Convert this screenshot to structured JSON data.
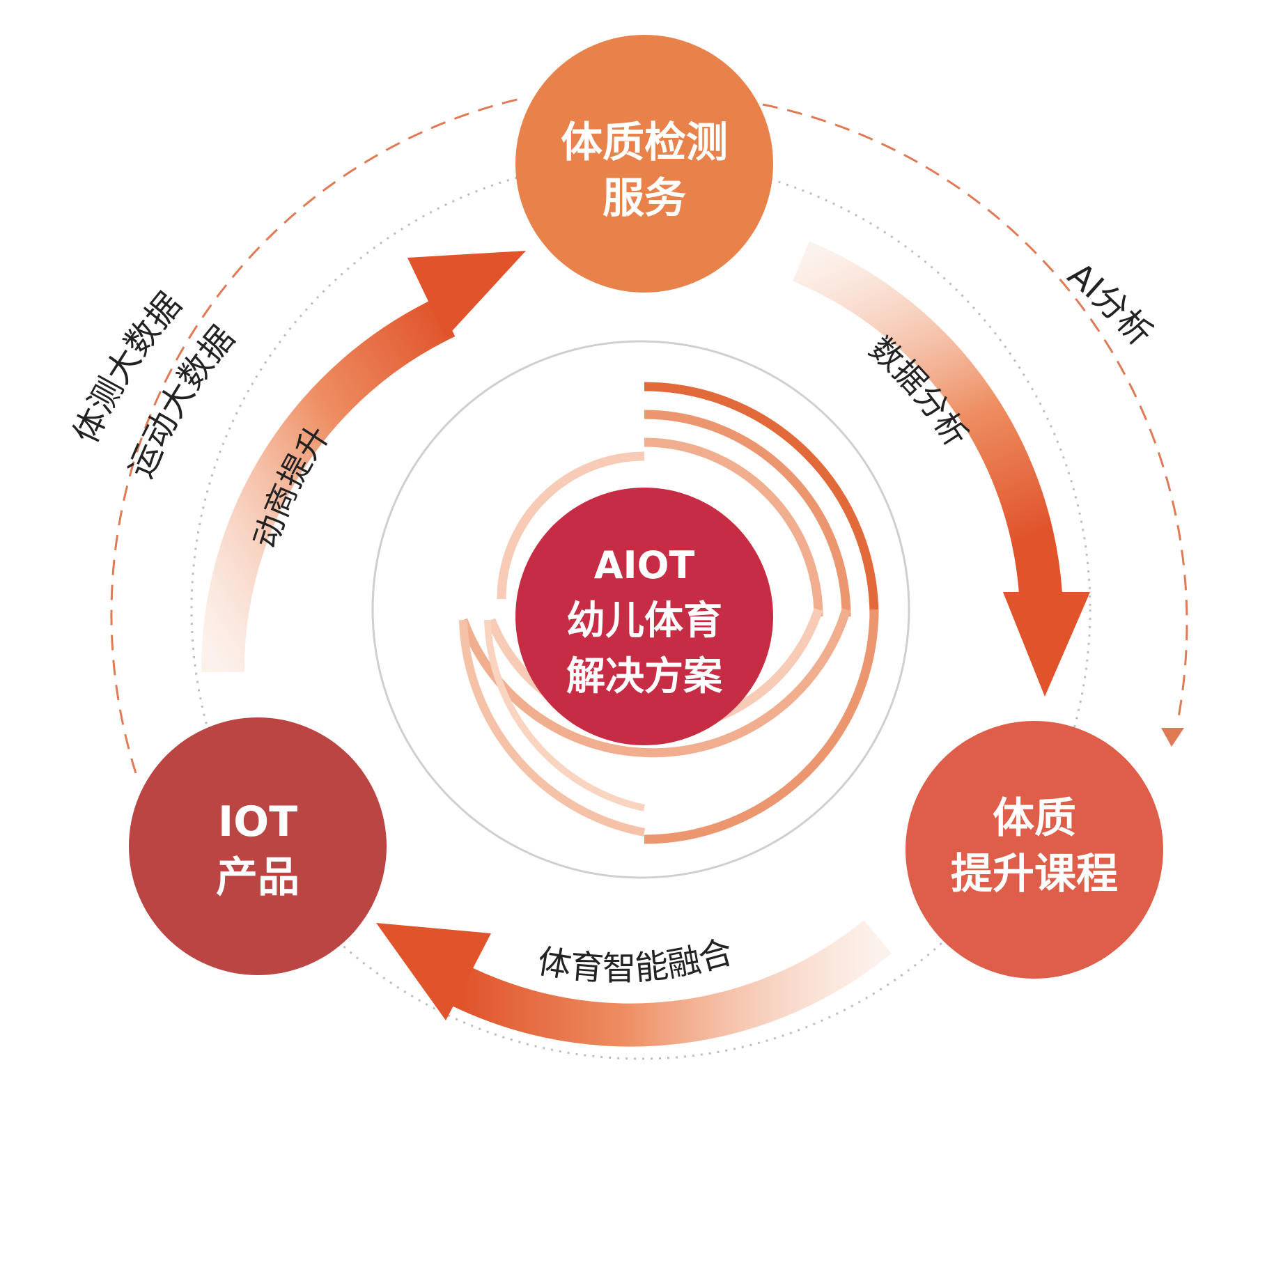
{
  "center": {
    "line1": "AIOT",
    "line2": "幼儿体育",
    "line3": "解决方案"
  },
  "nodes": {
    "top": {
      "line1": "体质检测",
      "line2": "服务"
    },
    "right": {
      "line1": "体质",
      "line2": "提升课程"
    },
    "left": {
      "line1": "IOT",
      "line2": "产品"
    }
  },
  "labels": {
    "outer_left_1": "体测大数据",
    "outer_left_2": "运动大数据",
    "arrow_left": "动商提升",
    "arrow_right": "数据分析",
    "outer_right": "AI分析",
    "arrow_bottom": "体育智能融合"
  },
  "colors": {
    "top_node": "#E8824A",
    "right_node": "#DE5E49",
    "left_node": "#BA4542",
    "center_node": "#C62D45",
    "arrow": "#E0532B",
    "dashed_ring": "#E07A55",
    "dotted_ring": "#BDBDBD"
  }
}
